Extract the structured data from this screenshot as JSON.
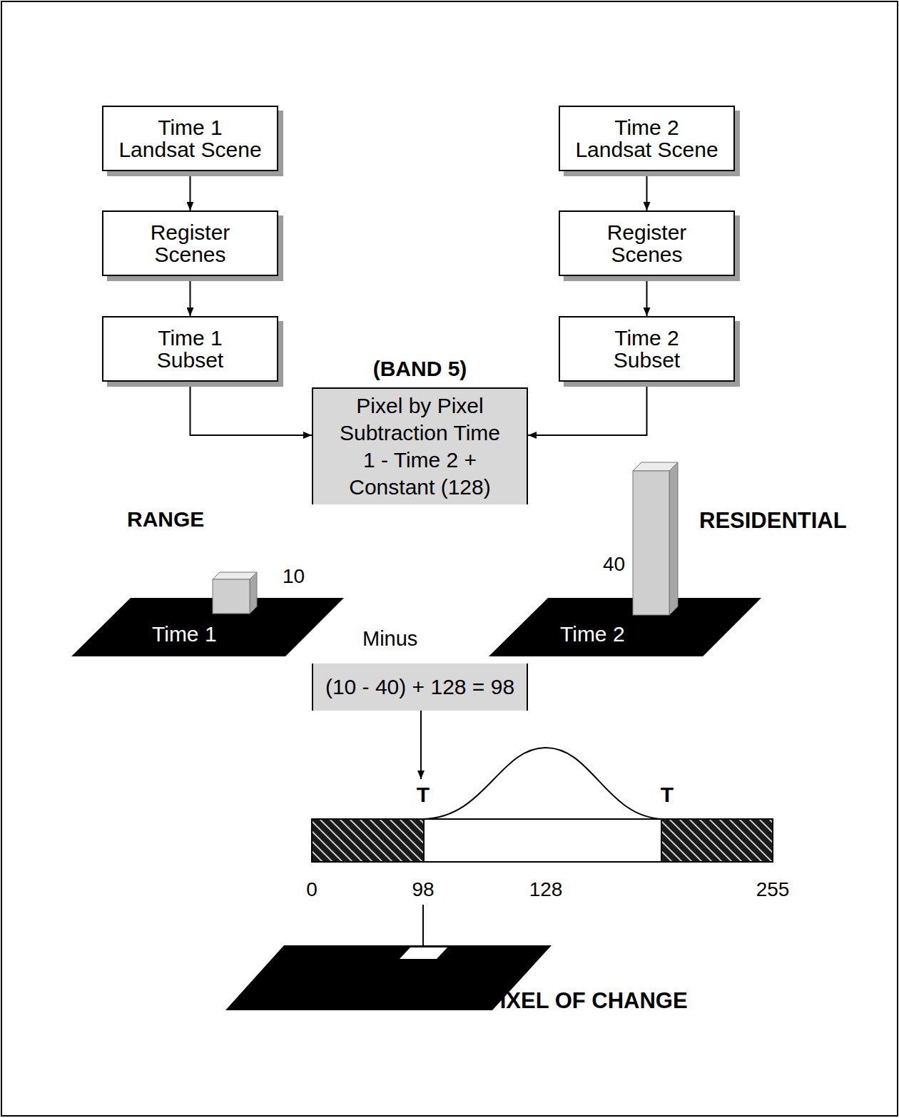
{
  "diagram": {
    "nodes": [
      {
        "text": [
          "Time 1 Landsat Scene"
        ]
      },
      {
        "text": [
          "Time 2 Landsat Scene"
        ]
      },
      {
        "text": [
          "Register Scenes"
        ]
      },
      {
        "text": [
          "Register Scenes"
        ]
      },
      {
        "text": [
          "Time 1 Subset"
        ]
      },
      {
        "text": [
          "Time 2 Subset"
        ]
      },
      {
        "text": [
          "(BAND 5)",
          "Pixel by Pixel Subtraction Time 1 - Time 2 + Constant (128)"
        ]
      },
      {
        "text": [
          "Time 1"
        ]
      },
      {
        "text": [
          "Time 2"
        ]
      },
      {
        "text": [
          "(10 - 40) + 128 = 98"
        ]
      }
    ],
    "edges": [
      {
        "from": 0,
        "to": 2,
        "arrow": "to"
      },
      {
        "from": 1,
        "to": 3,
        "arrow": "to"
      },
      {
        "from": 2,
        "to": 4,
        "arrow": "to"
      },
      {
        "from": 3,
        "to": 5,
        "arrow": "to"
      },
      {
        "from": 4,
        "to": 6,
        "arrow": "to"
      },
      {
        "from": 5,
        "to": 6,
        "arrow": "to"
      }
    ],
    "labels": [
      "RANGE",
      "RESIDENTIAL",
      "10",
      "40",
      "Minus",
      "T",
      "T",
      "0",
      "98",
      "128",
      "255",
      "PIXEL OF CHANGE"
    ]
  }
}
